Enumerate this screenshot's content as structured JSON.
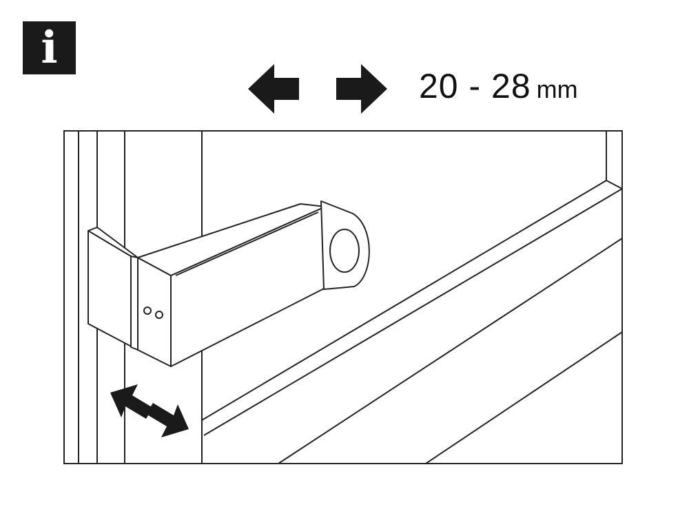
{
  "info_icon": {
    "letter": "i",
    "icon": "info-icon"
  },
  "measurement": {
    "range": "20 - 28",
    "unit": "mm"
  },
  "colors": {
    "ink": "#1a1a1a",
    "background": "#ffffff",
    "line": "#222222"
  },
  "icons": {
    "horizontal_arrows": [
      "arrow-left-icon",
      "arrow-right-icon"
    ],
    "diagonal_arrow": "double-arrow-diagonal-icon",
    "bracket": "mounting-bracket-icon"
  }
}
